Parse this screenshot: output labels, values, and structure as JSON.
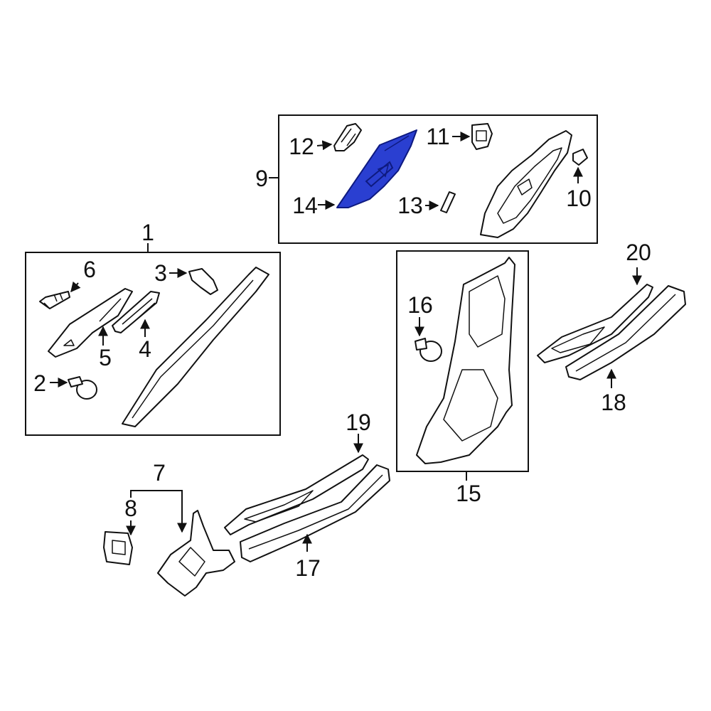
{
  "callouts": {
    "c1": "1",
    "c2": "2",
    "c3": "3",
    "c4": "4",
    "c5": "5",
    "c6": "6",
    "c7": "7",
    "c8": "8",
    "c9": "9",
    "c10": "10",
    "c11": "11",
    "c12": "12",
    "c13": "13",
    "c14": "14",
    "c15": "15",
    "c16": "16",
    "c17": "17",
    "c18": "18",
    "c19": "19",
    "c20": "20"
  },
  "highlight": {
    "part": "14",
    "color": "#2a3fd1",
    "outline": "#0e1a80"
  },
  "line_color": "#111111"
}
